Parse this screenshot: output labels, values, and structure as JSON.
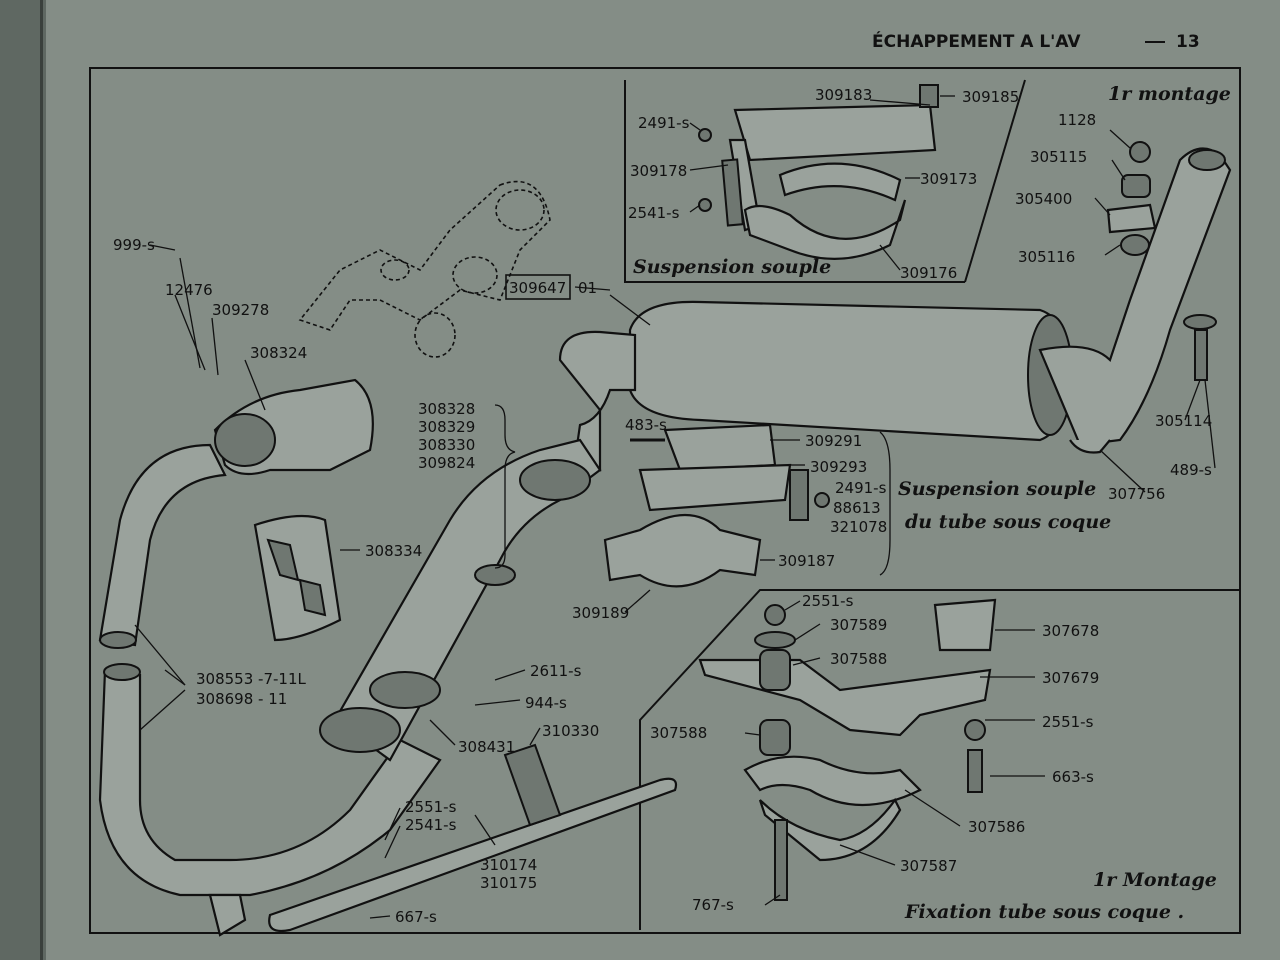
{
  "header": {
    "title": "ÉCHAPPEMENT A L'AV",
    "page_number": "13"
  },
  "captions": {
    "top_suspension": "Suspension souple",
    "first_assembly_top": "1r montage",
    "mid_suspension_line1": "Suspension souple",
    "mid_suspension_line2": "du tube sous coque",
    "first_assembly_bottom": "1r Montage",
    "fixation": "Fixation tube sous coque ."
  },
  "parts": {
    "p309183": "309183",
    "p309185": "309185",
    "p2491s_a": "2491-s",
    "p309178": "309178",
    "p309173": "309173",
    "p2541s_a": "2541-s",
    "p309176": "309176",
    "p1128": "1128",
    "p305115": "305115",
    "p305400": "305400",
    "p305116": "305116",
    "p999s": "999-s",
    "p12476": "12476",
    "p309278": "309278",
    "p308324": "308324",
    "p309647": "309647",
    "p01": "01",
    "p308328": "308328",
    "p308329": "308329",
    "p308330": "308330",
    "p309824": "309824",
    "p483s": "483-s",
    "p309291": "309291",
    "p309293": "309293",
    "p2491s_b": "2491-s",
    "p88613": "88613",
    "p321078": "321078",
    "p309187": "309187",
    "p309189": "309189",
    "p305114": "305114",
    "p489s": "489-s",
    "p307756": "307756",
    "p308334": "308334",
    "p308553": "308553 -7-11L",
    "p308698": "308698 - 11",
    "p2611s": "2611-s",
    "p944s": "944-s",
    "p310330": "310330",
    "p308431": "308431",
    "p2551s_a": "2551-s",
    "p2541s_b": "2541-s",
    "p310174": "310174",
    "p310175": "310175",
    "p667s": "667-s",
    "p2551s_b": "2551-s",
    "p307589": "307589",
    "p307588_a": "307588",
    "p307588_b": "307588",
    "p307678": "307678",
    "p307679": "307679",
    "p2551s_c": "2551-s",
    "p663s": "663-s",
    "p307586": "307586",
    "p307587": "307587",
    "p767s": "767-s"
  }
}
